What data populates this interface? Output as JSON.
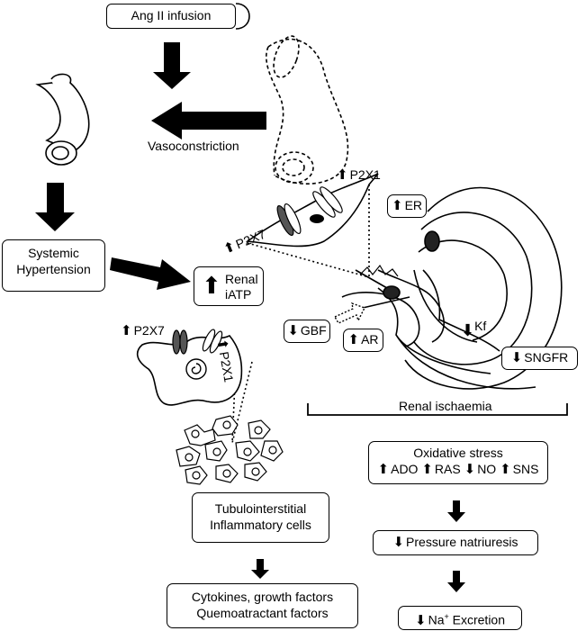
{
  "nodes": {
    "ang_infusion": "Ang II infusion",
    "vasoconstriction": "Vasoconstriction",
    "systemic_hypertension_1": "Systemic",
    "systemic_hypertension_2": "Hypertension",
    "renal_iatp_1": "Renal",
    "renal_iatp_2": "iATP",
    "p2x1_top": "P2X1",
    "p2x7_mid": "P2X7",
    "er": "ER",
    "gbf": "GBF",
    "ar": "AR",
    "kf": "Kf",
    "sngfr": "SNGFR",
    "p2x7_cell": "P2X7",
    "p2x1_cell": "P2X1",
    "renal_ischaemia": "Renal ischaemia",
    "oxidative_stress": "Oxidative stress",
    "ado": "ADO",
    "ras": "RAS",
    "no": "NO",
    "sns": "SNS",
    "pressure_natriuresis": "Pressure natriuresis",
    "na_excretion_pre": "Na",
    "na_excretion_sup": "+",
    "na_excretion_post": " Excretion",
    "tubulo_1": "Tubulointerstitial",
    "tubulo_2": "Inflammatory cells",
    "cytokines_1": "Cytokines, growth factors",
    "cytokines_2": "Quemoatractant factors"
  },
  "icons": [
    "up-arrow-icon",
    "down-arrow-icon",
    "pill-capsule-icon",
    "blood-vessel-icon",
    "smooth-muscle-cell-icon",
    "nephron-icon",
    "macrophage-icon",
    "inflammatory-cells-icon"
  ],
  "colors": {
    "stroke": "#000000",
    "background": "#ffffff"
  }
}
